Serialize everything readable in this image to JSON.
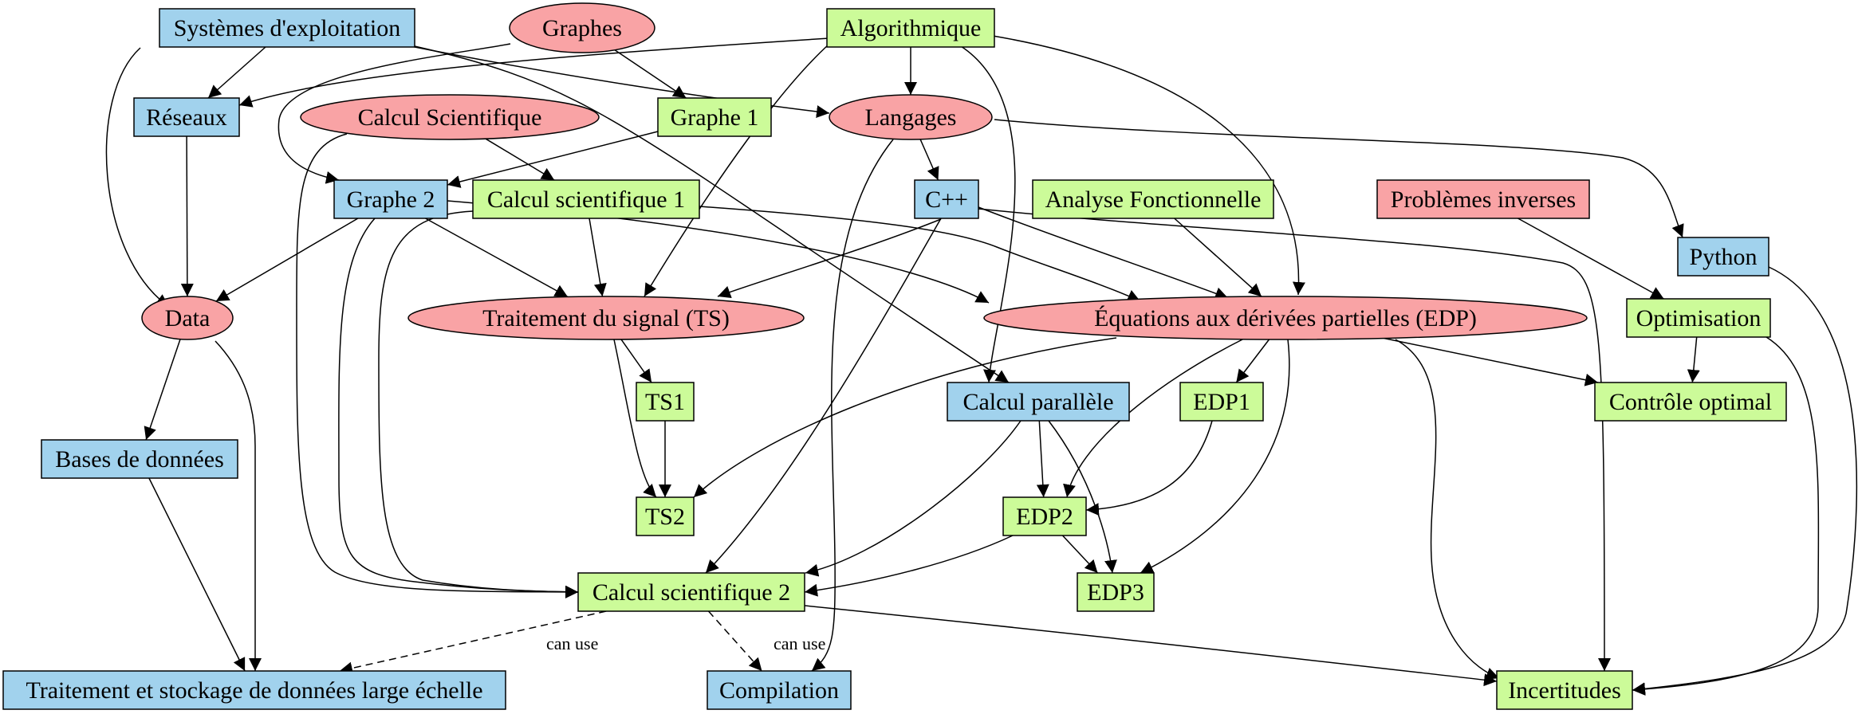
{
  "colors": {
    "blue": "#a1d2ed",
    "red": "#f9a3a5",
    "green": "#ccfb99",
    "stroke": "#000000"
  },
  "nodes": [
    {
      "id": "se",
      "label": "Systèmes d'exploitation",
      "shape": "box",
      "color": "blue"
    },
    {
      "id": "graphes",
      "label": "Graphes",
      "shape": "ellipse",
      "color": "red"
    },
    {
      "id": "algo",
      "label": "Algorithmique",
      "shape": "box",
      "color": "green"
    },
    {
      "id": "reseaux",
      "label": "Réseaux",
      "shape": "box",
      "color": "blue"
    },
    {
      "id": "calcsci",
      "label": "Calcul Scientifique",
      "shape": "ellipse",
      "color": "red"
    },
    {
      "id": "graphe1",
      "label": "Graphe 1",
      "shape": "box",
      "color": "green"
    },
    {
      "id": "langages",
      "label": "Langages",
      "shape": "ellipse",
      "color": "red"
    },
    {
      "id": "graphe2",
      "label": "Graphe 2",
      "shape": "box",
      "color": "blue"
    },
    {
      "id": "cs1",
      "label": "Calcul scientifique 1",
      "shape": "box",
      "color": "green"
    },
    {
      "id": "cpp",
      "label": "C++",
      "shape": "box",
      "color": "blue"
    },
    {
      "id": "af",
      "label": "Analyse Fonctionnelle",
      "shape": "box",
      "color": "green"
    },
    {
      "id": "pi",
      "label": "Problèmes inverses",
      "shape": "box",
      "color": "red"
    },
    {
      "id": "python",
      "label": "Python",
      "shape": "box",
      "color": "blue"
    },
    {
      "id": "data",
      "label": "Data",
      "shape": "ellipse",
      "color": "red"
    },
    {
      "id": "ts",
      "label": "Traitement du signal (TS)",
      "shape": "ellipse",
      "color": "red"
    },
    {
      "id": "edp",
      "label": "Équations aux dérivées partielles (EDP)",
      "shape": "ellipse",
      "color": "red"
    },
    {
      "id": "optim",
      "label": "Optimisation",
      "shape": "box",
      "color": "green"
    },
    {
      "id": "ts1",
      "label": "TS1",
      "shape": "box",
      "color": "green"
    },
    {
      "id": "cpar",
      "label": "Calcul parallèle",
      "shape": "box",
      "color": "blue"
    },
    {
      "id": "edp1",
      "label": "EDP1",
      "shape": "box",
      "color": "green"
    },
    {
      "id": "copt",
      "label": "Contrôle optimal",
      "shape": "box",
      "color": "green"
    },
    {
      "id": "bdd",
      "label": "Bases de données",
      "shape": "box",
      "color": "blue"
    },
    {
      "id": "ts2",
      "label": "TS2",
      "shape": "box",
      "color": "green"
    },
    {
      "id": "edp2",
      "label": "EDP2",
      "shape": "box",
      "color": "green"
    },
    {
      "id": "cs2",
      "label": "Calcul scientifique 2",
      "shape": "box",
      "color": "green"
    },
    {
      "id": "edp3",
      "label": "EDP3",
      "shape": "box",
      "color": "green"
    },
    {
      "id": "tsdle",
      "label": "Traitement et stockage de données large échelle",
      "shape": "box",
      "color": "blue"
    },
    {
      "id": "compil",
      "label": "Compilation",
      "shape": "box",
      "color": "blue"
    },
    {
      "id": "incert",
      "label": "Incertitudes",
      "shape": "box",
      "color": "green"
    }
  ],
  "edges": [
    {
      "from": "se",
      "to": "reseaux"
    },
    {
      "from": "se",
      "to": "data"
    },
    {
      "from": "se",
      "to": "langages"
    },
    {
      "from": "se",
      "to": "cpar"
    },
    {
      "from": "graphes",
      "to": "graphe1"
    },
    {
      "from": "graphes",
      "to": "graphe2"
    },
    {
      "from": "algo",
      "to": "reseaux"
    },
    {
      "from": "algo",
      "to": "langages"
    },
    {
      "from": "algo",
      "to": "ts"
    },
    {
      "from": "algo",
      "to": "edp"
    },
    {
      "from": "algo",
      "to": "cpar"
    },
    {
      "from": "reseaux",
      "to": "data"
    },
    {
      "from": "calcsci",
      "to": "cs1"
    },
    {
      "from": "calcsci",
      "to": "cs2"
    },
    {
      "from": "graphe1",
      "to": "graphe2"
    },
    {
      "from": "langages",
      "to": "cpp"
    },
    {
      "from": "langages",
      "to": "python"
    },
    {
      "from": "langages",
      "to": "compil"
    },
    {
      "from": "graphe2",
      "to": "data"
    },
    {
      "from": "graphe2",
      "to": "ts"
    },
    {
      "from": "graphe2",
      "to": "edp"
    },
    {
      "from": "graphe2",
      "to": "cs2"
    },
    {
      "from": "cs1",
      "to": "ts"
    },
    {
      "from": "cs1",
      "to": "edp"
    },
    {
      "from": "cs1",
      "to": "cs2"
    },
    {
      "from": "cpp",
      "to": "ts"
    },
    {
      "from": "cpp",
      "to": "edp"
    },
    {
      "from": "cpp",
      "to": "cs2"
    },
    {
      "from": "cpp",
      "to": "incert"
    },
    {
      "from": "af",
      "to": "edp"
    },
    {
      "from": "pi",
      "to": "optim"
    },
    {
      "from": "python",
      "to": "incert"
    },
    {
      "from": "data",
      "to": "bdd"
    },
    {
      "from": "data",
      "to": "tsdle"
    },
    {
      "from": "ts",
      "to": "ts1"
    },
    {
      "from": "ts",
      "to": "ts2"
    },
    {
      "from": "edp",
      "to": "ts2"
    },
    {
      "from": "edp",
      "to": "edp1"
    },
    {
      "from": "edp",
      "to": "edp2"
    },
    {
      "from": "edp",
      "to": "edp3"
    },
    {
      "from": "edp",
      "to": "copt"
    },
    {
      "from": "edp",
      "to": "incert"
    },
    {
      "from": "optim",
      "to": "copt"
    },
    {
      "from": "optim",
      "to": "incert"
    },
    {
      "from": "ts1",
      "to": "ts2"
    },
    {
      "from": "cpar",
      "to": "edp2"
    },
    {
      "from": "cpar",
      "to": "edp3"
    },
    {
      "from": "cpar",
      "to": "cs2"
    },
    {
      "from": "edp1",
      "to": "edp2"
    },
    {
      "from": "bdd",
      "to": "tsdle"
    },
    {
      "from": "edp2",
      "to": "cs2"
    },
    {
      "from": "edp2",
      "to": "edp3"
    },
    {
      "from": "cs2",
      "to": "tsdle",
      "style": "dashed",
      "label": "can use"
    },
    {
      "from": "cs2",
      "to": "compil",
      "style": "dashed",
      "label": "can use"
    },
    {
      "from": "cs2",
      "to": "incert"
    }
  ]
}
